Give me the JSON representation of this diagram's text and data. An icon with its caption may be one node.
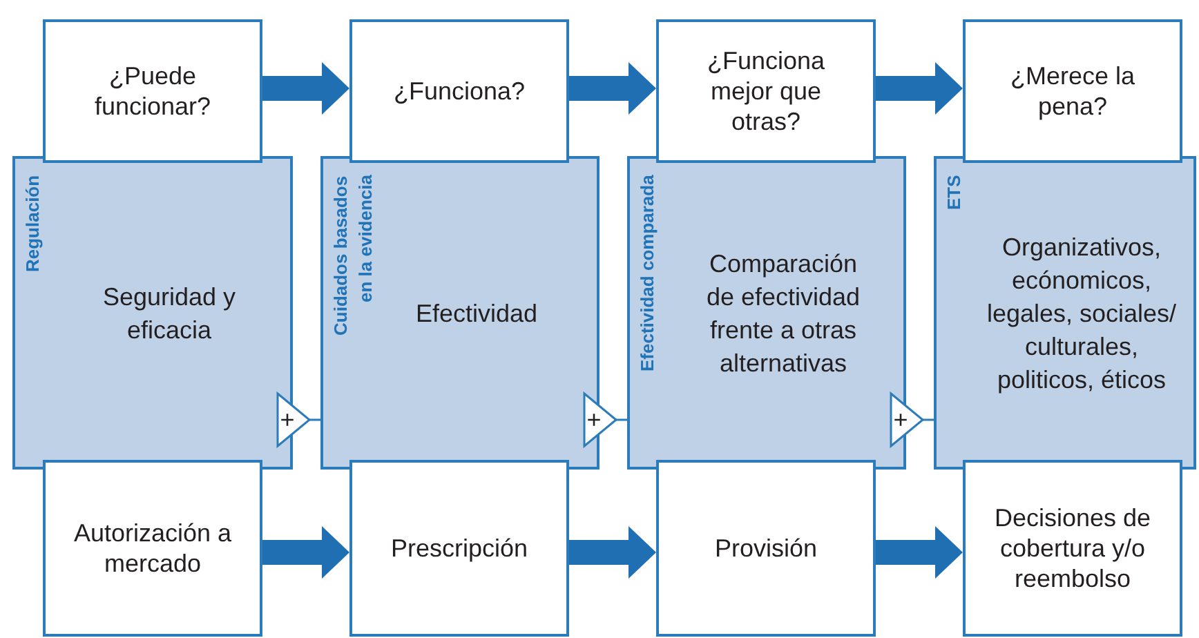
{
  "diagram": {
    "nodes": [
      {
        "text": [
          "¿Puede funcionar?"
        ]
      },
      {
        "text": [
          "¿Funciona?"
        ]
      },
      {
        "text": [
          "¿Funciona mejor que otras?"
        ]
      },
      {
        "text": [
          "¿Merece la pena?"
        ]
      },
      {
        "text": [
          "Regulación",
          "Seguridad y eficacia"
        ]
      },
      {
        "text": [
          "Cuidados basados en la evidencia",
          "Efectividad"
        ]
      },
      {
        "text": [
          "Efectividad comparada",
          "Comparación de efectividad frente a otras alternativas"
        ]
      },
      {
        "text": [
          "ETS",
          "Organizativos, ecónomicos, legales, sociales/ culturales, politicos, éticos"
        ]
      },
      {
        "text": [
          "Autorización a mercado"
        ]
      },
      {
        "text": [
          "Prescripción"
        ]
      },
      {
        "text": [
          "Provisión"
        ]
      },
      {
        "text": [
          "Decisiones de cobertura y/o reembolso"
        ]
      }
    ],
    "edges": [
      {
        "from": 0,
        "to": 1,
        "arrow": "to"
      },
      {
        "from": 1,
        "to": 2,
        "arrow": "to"
      },
      {
        "from": 2,
        "to": 3,
        "arrow": "to"
      },
      {
        "from": 4,
        "to": 5,
        "arrow": "to",
        "label": "+"
      },
      {
        "from": 5,
        "to": 6,
        "arrow": "to",
        "label": "+"
      },
      {
        "from": 6,
        "to": 7,
        "arrow": "to",
        "label": "+"
      },
      {
        "from": 8,
        "to": 9,
        "arrow": "to"
      },
      {
        "from": 9,
        "to": 10,
        "arrow": "to"
      },
      {
        "from": 10,
        "to": 11,
        "arrow": "to"
      }
    ]
  }
}
